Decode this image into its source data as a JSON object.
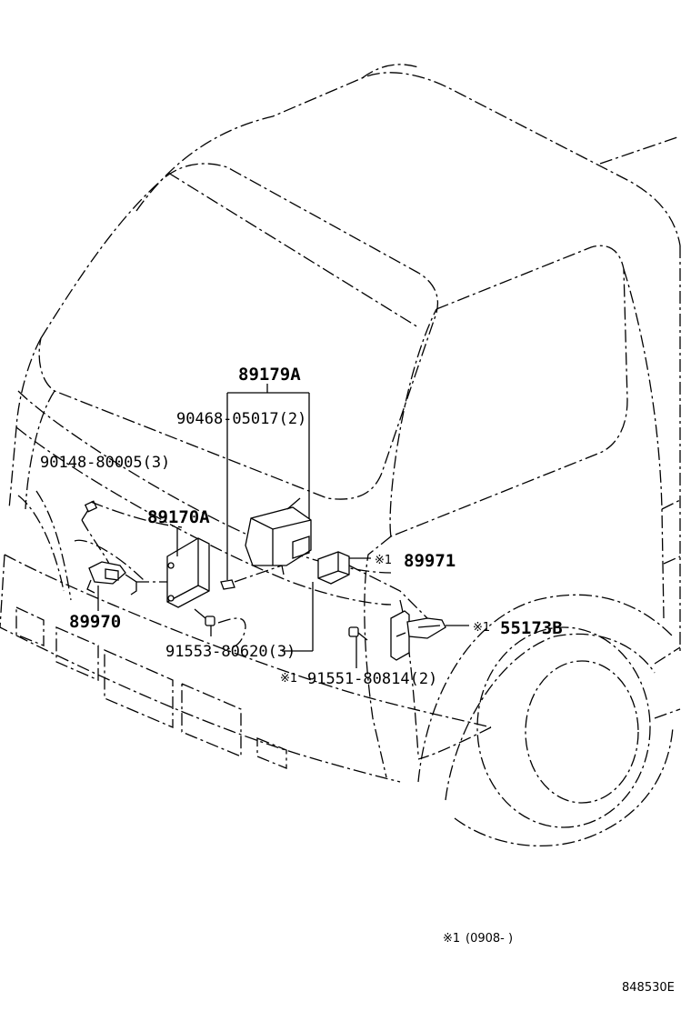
{
  "labels": {
    "p89179A": "89179A",
    "p90468": "90468-05017(2)",
    "p90148": "90148-80005(3)",
    "p89170A": "89170A",
    "p89971": "89971",
    "p89970": "89970",
    "p55173B": "55173B",
    "p91553": "91553-80620(3)",
    "p91551": "91551-80814(2)",
    "mark89971": "※1",
    "mark55173B": "※1",
    "mark91551": "※1"
  },
  "footnote": {
    "mark": "※1",
    "text": "(0908-   )"
  },
  "diagram_code": "848530E"
}
